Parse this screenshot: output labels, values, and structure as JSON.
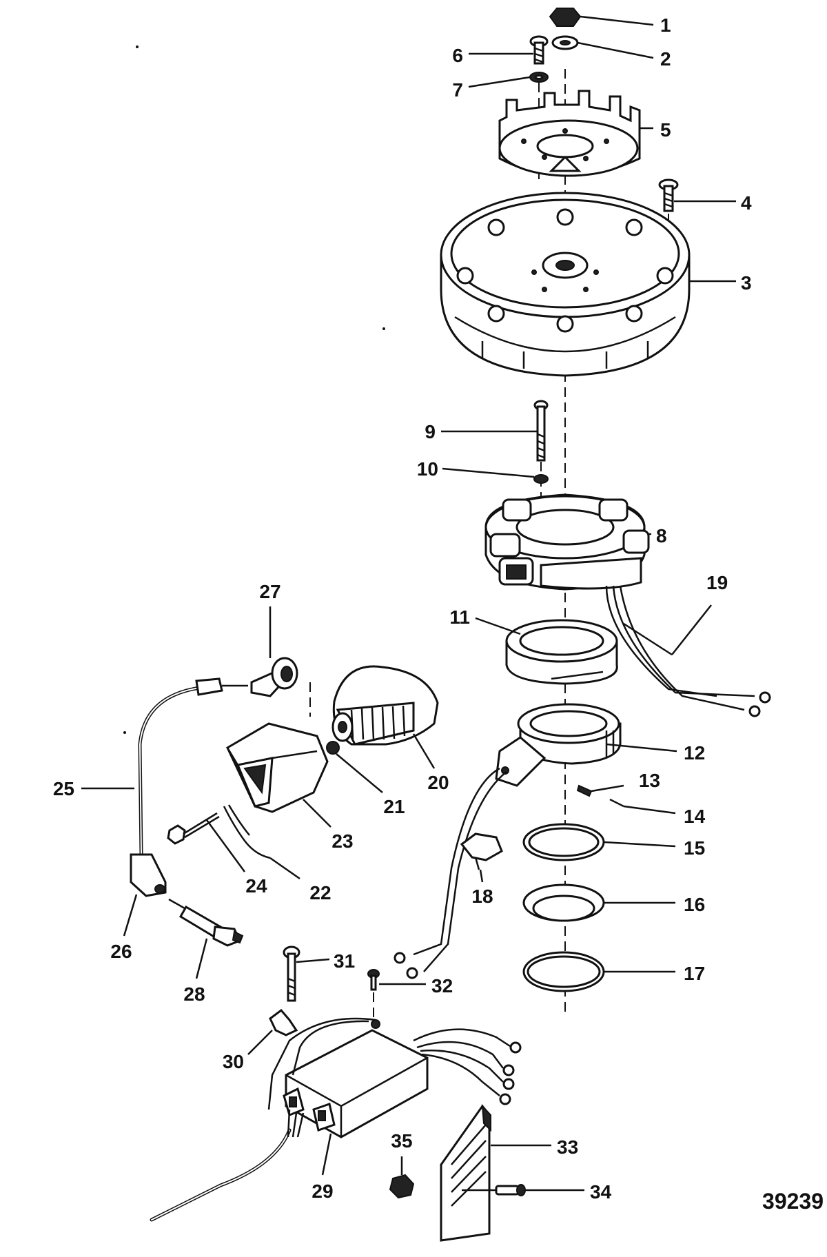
{
  "figure_id": "39239",
  "callouts": [
    "1",
    "2",
    "3",
    "4",
    "5",
    "6",
    "7",
    "8",
    "9",
    "10",
    "11",
    "12",
    "13",
    "14",
    "15",
    "16",
    "17",
    "18",
    "19",
    "20",
    "21",
    "22",
    "23",
    "24",
    "25",
    "26",
    "27",
    "28",
    "29",
    "30",
    "31",
    "32",
    "33",
    "34",
    "35"
  ]
}
